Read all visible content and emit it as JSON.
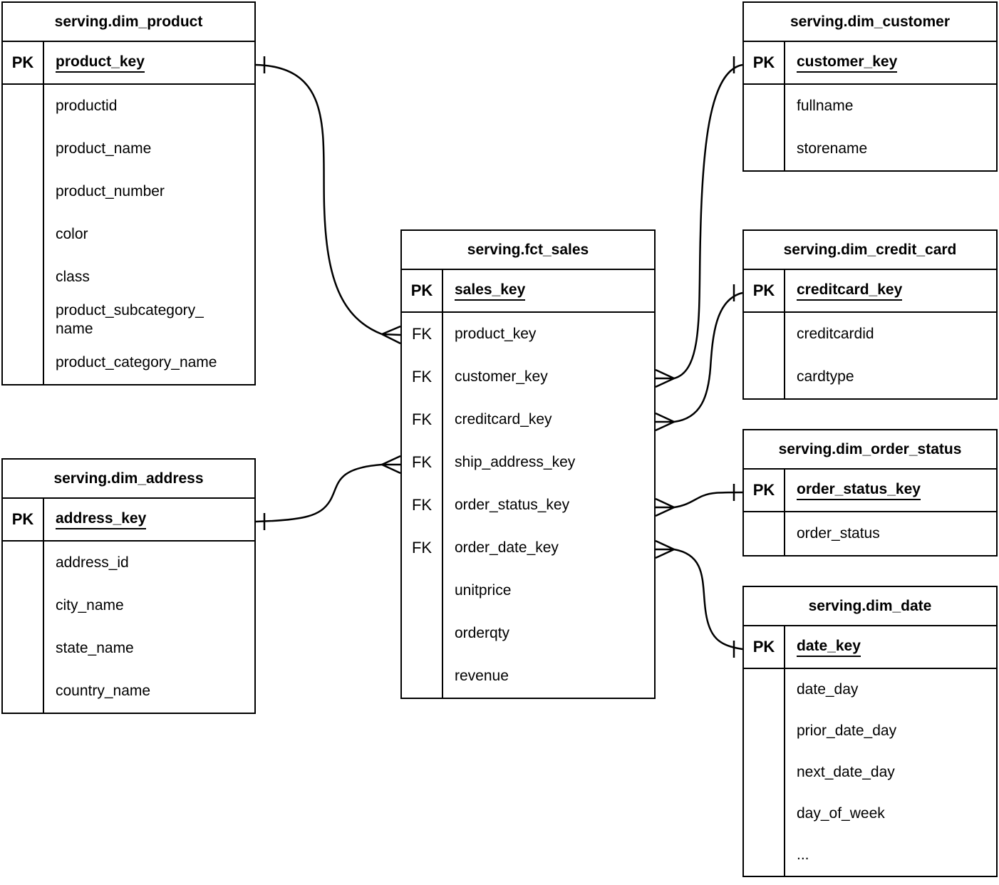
{
  "diagram": {
    "background_color": "#ffffff",
    "line_color": "#000000",
    "tables": {
      "dim_product": {
        "title": "serving.dim_product",
        "pk_label": "PK",
        "pk_field": "product_key",
        "fields": [
          "productid",
          "product_name",
          "product_number",
          "color",
          "class",
          "product_subcategory_\nname",
          "product_category_name"
        ]
      },
      "dim_address": {
        "title": "serving.dim_address",
        "pk_label": "PK",
        "pk_field": "address_key",
        "fields": [
          "address_id",
          "city_name",
          "state_name",
          "country_name"
        ]
      },
      "fct_sales": {
        "title": "serving.fct_sales",
        "pk_label": "PK",
        "pk_field": "sales_key",
        "fk_label": "FK",
        "fk_fields": [
          "product_key",
          "customer_key",
          "creditcard_key",
          "ship_address_key",
          "order_status_key",
          "order_date_key"
        ],
        "measure_fields": [
          "unitprice",
          "orderqty",
          "revenue"
        ]
      },
      "dim_customer": {
        "title": "serving.dim_customer",
        "pk_label": "PK",
        "pk_field": "customer_key",
        "fields": [
          "fullname",
          "storename"
        ]
      },
      "dim_credit_card": {
        "title": "serving.dim_credit_card",
        "pk_label": "PK",
        "pk_field": "creditcard_key",
        "fields": [
          "creditcardid",
          "cardtype"
        ]
      },
      "dim_order_status": {
        "title": "serving.dim_order_status",
        "pk_label": "PK",
        "pk_field": "order_status_key",
        "fields": [
          "order_status"
        ]
      },
      "dim_date": {
        "title": "serving.dim_date",
        "pk_label": "PK",
        "pk_field": "date_key",
        "fields": [
          "date_day",
          "prior_date_day",
          "next_date_day",
          "day_of_week",
          "..."
        ]
      }
    },
    "relationships": [
      {
        "from": "fct_sales.product_key",
        "to": "dim_product.product_key",
        "from_cardinality": "many",
        "to_cardinality": "one"
      },
      {
        "from": "fct_sales.customer_key",
        "to": "dim_customer.customer_key",
        "from_cardinality": "many",
        "to_cardinality": "one"
      },
      {
        "from": "fct_sales.creditcard_key",
        "to": "dim_credit_card.creditcard_key",
        "from_cardinality": "many",
        "to_cardinality": "one"
      },
      {
        "from": "fct_sales.ship_address_key",
        "to": "dim_address.address_key",
        "from_cardinality": "many",
        "to_cardinality": "one"
      },
      {
        "from": "fct_sales.order_status_key",
        "to": "dim_order_status.order_status_key",
        "from_cardinality": "many",
        "to_cardinality": "one"
      },
      {
        "from": "fct_sales.order_date_key",
        "to": "dim_date.date_key",
        "from_cardinality": "many",
        "to_cardinality": "one"
      }
    ]
  }
}
